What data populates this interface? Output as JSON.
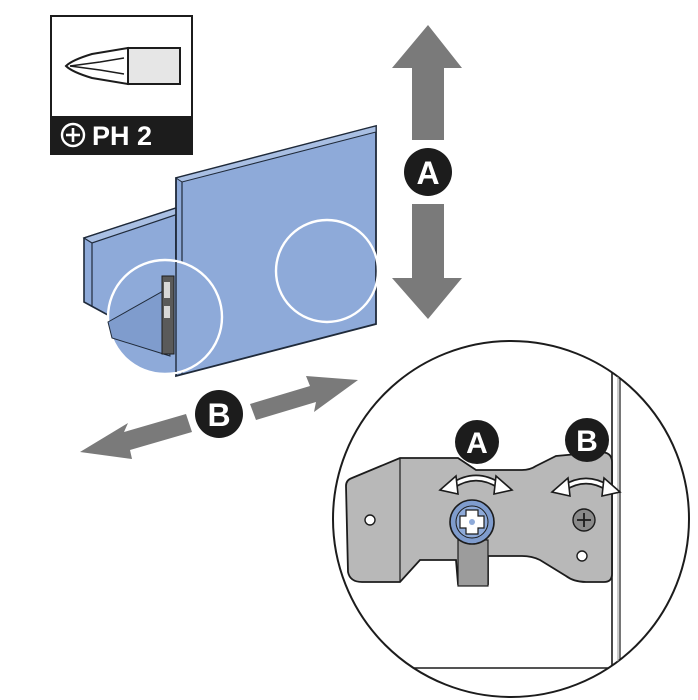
{
  "tool": {
    "icon": "phillips-screwdriver-icon",
    "label": "PH 2"
  },
  "labels": {
    "vertical_adjust": "A",
    "lateral_adjust": "B",
    "detail_adjust_a": "A",
    "detail_adjust_b": "B"
  },
  "colors": {
    "panel_blue": "#8eaad9",
    "panel_edge": "#1f2a3a",
    "arrow_grey": "#7a7a7a",
    "bracket_grey": "#b8b8b8",
    "badge_black": "#1c1c1c",
    "callout_white": "#ffffff"
  }
}
